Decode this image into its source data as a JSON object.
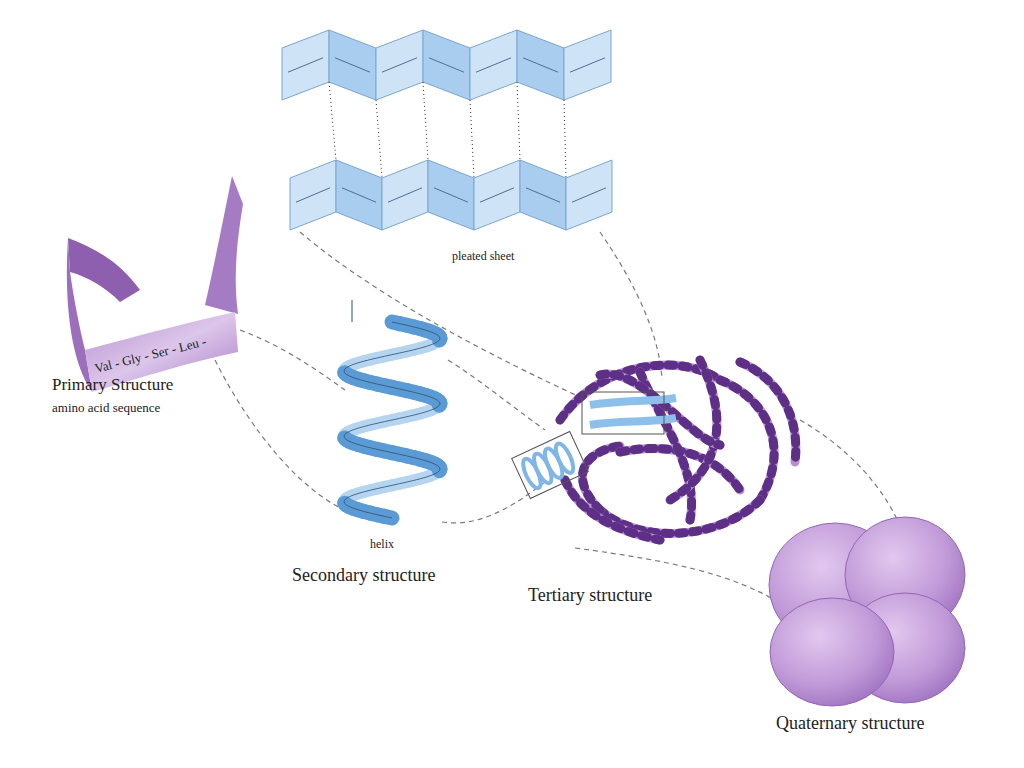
{
  "diagram": {
    "labels": [
      "pleated sheet",
      "Val - Gly - Ser - Leu -",
      "Primary Structure",
      "amino acid sequence",
      "helix",
      "Secondary structure",
      "Tertiary structure",
      "Quaternary structure"
    ]
  }
}
